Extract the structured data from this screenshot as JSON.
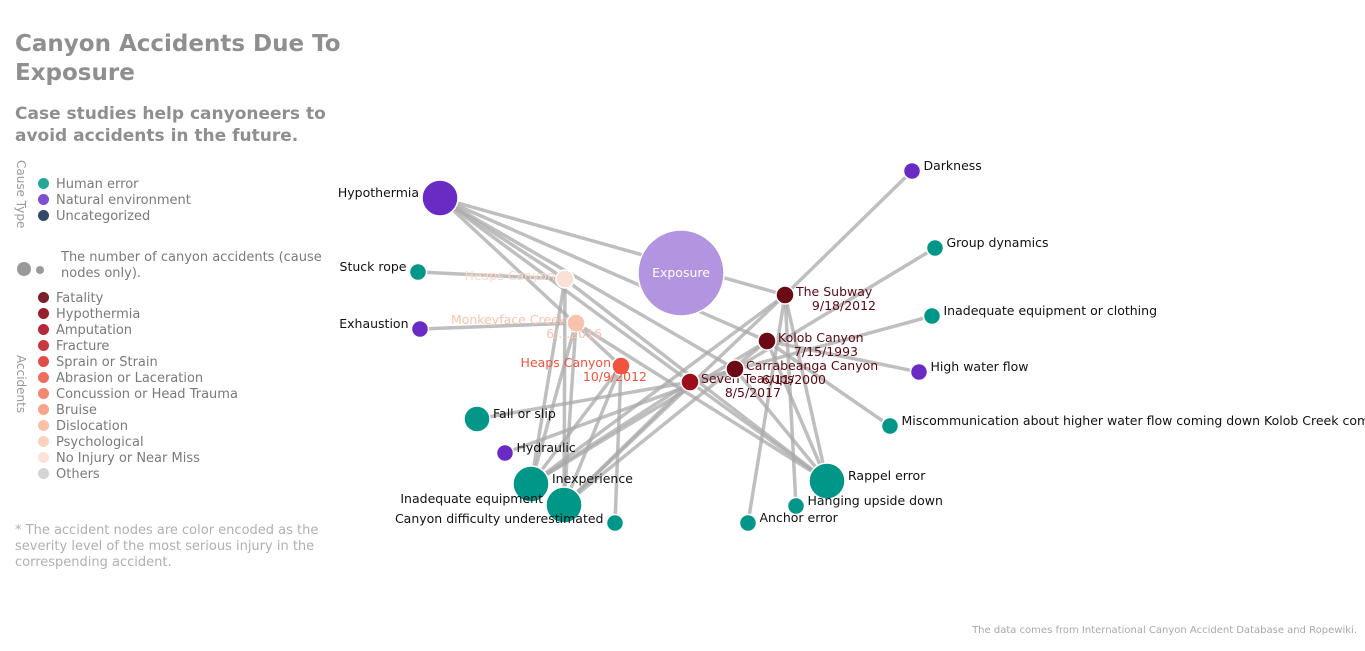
{
  "header": {
    "title": "Canyon Accidents Due To Exposure",
    "subtitle": "Case studies help canyoneers to avoid accidents in the future."
  },
  "legend": {
    "cause_type_label": "Cause Type",
    "cause_types": [
      {
        "label": "Human error",
        "color": "#26a69a"
      },
      {
        "label": "Natural environment",
        "color": "#7e4fd1"
      },
      {
        "label": "Uncategorized",
        "color": "#34486b"
      }
    ],
    "size_note": "The number of canyon accidents (cause nodes only).",
    "accidents_label": "Accidents",
    "severity_levels": [
      {
        "label": "Fatality",
        "color": "#7b1f2a"
      },
      {
        "label": "Hypothermia",
        "color": "#98202c"
      },
      {
        "label": "Amputation",
        "color": "#b3283a"
      },
      {
        "label": "Fracture",
        "color": "#c9383f"
      },
      {
        "label": "Sprain or Strain",
        "color": "#e34b48"
      },
      {
        "label": "Abrasion or Laceration",
        "color": "#ef6d5e"
      },
      {
        "label": "Concussion or Head Trauma",
        "color": "#f5876f"
      },
      {
        "label": "Bruise",
        "color": "#f8a488"
      },
      {
        "label": "Dislocation",
        "color": "#fbbfa6"
      },
      {
        "label": "Psychological",
        "color": "#fcd1bf"
      },
      {
        "label": "No Injury or Near Miss",
        "color": "#fde2d8"
      },
      {
        "label": "Others",
        "color": "#d4d4d4"
      }
    ]
  },
  "footnote": "* The accident nodes are color encoded as the severity level of the most serious injury in the correspending accident.",
  "source": "The data comes from International Canyon Accident Database and Ropewiki.",
  "graph": {
    "center": {
      "id": "exposure",
      "label": "Exposure",
      "color": "#b294e0"
    },
    "causes": [
      {
        "id": "hypothermia",
        "label": "Hypothermia",
        "type": "Natural environment",
        "count": 6
      },
      {
        "id": "stuck-rope",
        "label": "Stuck rope",
        "type": "Human error",
        "count": 1
      },
      {
        "id": "exhaustion",
        "label": "Exhaustion",
        "type": "Natural environment",
        "count": 1
      },
      {
        "id": "fall-or-slip",
        "label": "Fall or slip",
        "type": "Human error",
        "count": 2
      },
      {
        "id": "hydraulic",
        "label": "Hydraulic",
        "type": "Natural environment",
        "count": 1
      },
      {
        "id": "inexperience",
        "label": "Inexperience",
        "type": "Human error",
        "count": 6
      },
      {
        "id": "inadequate-equipment",
        "label": "Inadequate equipment",
        "type": "Human error",
        "count": 6
      },
      {
        "id": "canyon-difficulty",
        "label": "Canyon difficulty underestimated",
        "type": "Human error",
        "count": 1
      },
      {
        "id": "darkness",
        "label": "Darkness",
        "type": "Natural environment",
        "count": 1
      },
      {
        "id": "group-dynamics",
        "label": "Group dynamics",
        "type": "Human error",
        "count": 1
      },
      {
        "id": "inadequate-equipment-clothing",
        "label": "Inadequate equipment or clothing",
        "type": "Human error",
        "count": 1
      },
      {
        "id": "high-water-flow",
        "label": "High water flow",
        "type": "Natural environment",
        "count": 1
      },
      {
        "id": "miscommunication",
        "label": "Miscommunication about higher water flow coming down Kolob Creek com",
        "type": "Human error",
        "count": 1
      },
      {
        "id": "rappel-error",
        "label": "Rappel error",
        "type": "Human error",
        "count": 6
      },
      {
        "id": "hanging-upside-down",
        "label": "Hanging upside down",
        "type": "Human error",
        "count": 1
      },
      {
        "id": "anchor-error",
        "label": "Anchor error",
        "type": "Human error",
        "count": 1
      }
    ],
    "accidents": [
      {
        "id": "heaps-psych",
        "name": "Heaps Canyon",
        "date": "",
        "severity": "No Injury or Near Miss"
      },
      {
        "id": "monkeyface",
        "name": "Monkeyface Creek",
        "date": "6/...2016",
        "severity": "Dislocation"
      },
      {
        "id": "heaps-2012",
        "name": "Heaps Canyon",
        "date": "10/9/2012",
        "severity": "Sprain or Strain"
      },
      {
        "id": "seven-teacups",
        "name": "Seven Teacups",
        "date": "8/5/2017",
        "severity": "Hypothermia"
      },
      {
        "id": "carrabeanga",
        "name": "Carrabeanga Canyon",
        "date": "6/11/2000",
        "severity": "Fatality"
      },
      {
        "id": "kolob",
        "name": "Kolob Canyon",
        "date": "7/15/1993",
        "severity": "Fatality"
      },
      {
        "id": "subway",
        "name": "The Subway",
        "date": "9/18/2012",
        "severity": "Fatality"
      }
    ],
    "links": [
      [
        "hypothermia",
        "subway"
      ],
      [
        "hypothermia",
        "kolob"
      ],
      [
        "hypothermia",
        "seven-teacups"
      ],
      [
        "hypothermia",
        "heaps-psych"
      ],
      [
        "hypothermia",
        "heaps-2012"
      ],
      [
        "hypothermia",
        "carrabeanga"
      ],
      [
        "stuck-rope",
        "heaps-psych"
      ],
      [
        "exhaustion",
        "monkeyface"
      ],
      [
        "fall-or-slip",
        "seven-teacups"
      ],
      [
        "hydraulic",
        "carrabeanga"
      ],
      [
        "inexperience",
        "heaps-psych"
      ],
      [
        "inexperience",
        "heaps-2012"
      ],
      [
        "inexperience",
        "subway"
      ],
      [
        "inexperience",
        "seven-teacups"
      ],
      [
        "inexperience",
        "monkeyface"
      ],
      [
        "inexperience",
        "kolob"
      ],
      [
        "inadequate-equipment",
        "heaps-psych"
      ],
      [
        "inadequate-equipment",
        "heaps-2012"
      ],
      [
        "inadequate-equipment",
        "monkeyface"
      ],
      [
        "inadequate-equipment",
        "seven-teacups"
      ],
      [
        "inadequate-equipment",
        "kolob"
      ],
      [
        "inadequate-equipment",
        "subway"
      ],
      [
        "canyon-difficulty",
        "heaps-2012"
      ],
      [
        "darkness",
        "subway"
      ],
      [
        "group-dynamics",
        "carrabeanga"
      ],
      [
        "inadequate-equipment-clothing",
        "seven-teacups"
      ],
      [
        "high-water-flow",
        "kolob"
      ],
      [
        "miscommunication",
        "kolob"
      ],
      [
        "rappel-error",
        "subway"
      ],
      [
        "rappel-error",
        "kolob"
      ],
      [
        "rappel-error",
        "heaps-psych"
      ],
      [
        "rappel-error",
        "monkeyface"
      ],
      [
        "rappel-error",
        "carrabeanga"
      ],
      [
        "rappel-error",
        "seven-teacups"
      ],
      [
        "hanging-upside-down",
        "subway"
      ],
      [
        "anchor-error",
        "subway"
      ]
    ]
  }
}
